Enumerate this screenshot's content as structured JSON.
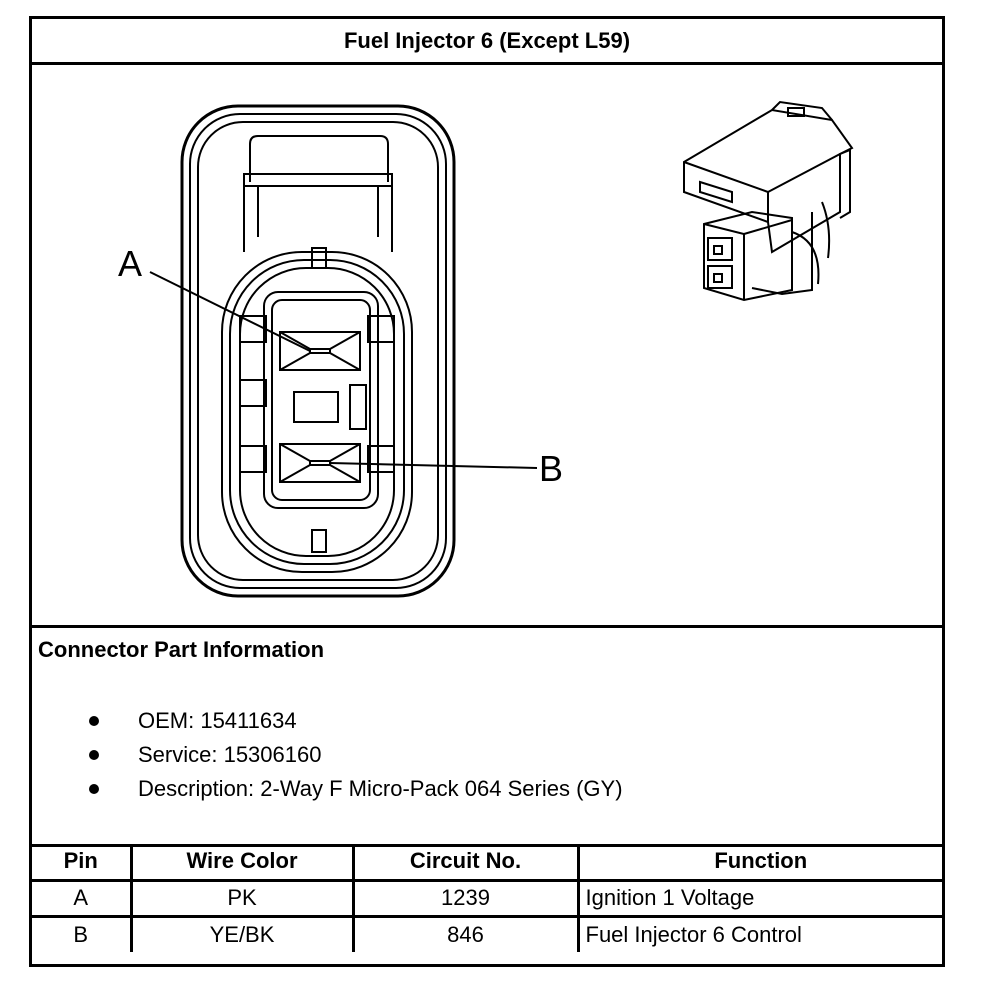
{
  "title": "Fuel Injector 6 (Except L59)",
  "diagram": {
    "callout_a": "A",
    "callout_b": "B"
  },
  "connector_info": {
    "heading": "Connector Part Information",
    "items": [
      "OEM: 15411634",
      "Service: 15306160",
      "Description: 2-Way F Micro-Pack 064 Series (GY)"
    ]
  },
  "pin_table": {
    "headers": [
      "Pin",
      "Wire Color",
      "Circuit No.",
      "Function"
    ],
    "rows": [
      [
        "A",
        "PK",
        "1239",
        "Ignition 1 Voltage"
      ],
      [
        "B",
        "YE/BK",
        "846",
        "Fuel Injector 6 Control"
      ]
    ]
  }
}
